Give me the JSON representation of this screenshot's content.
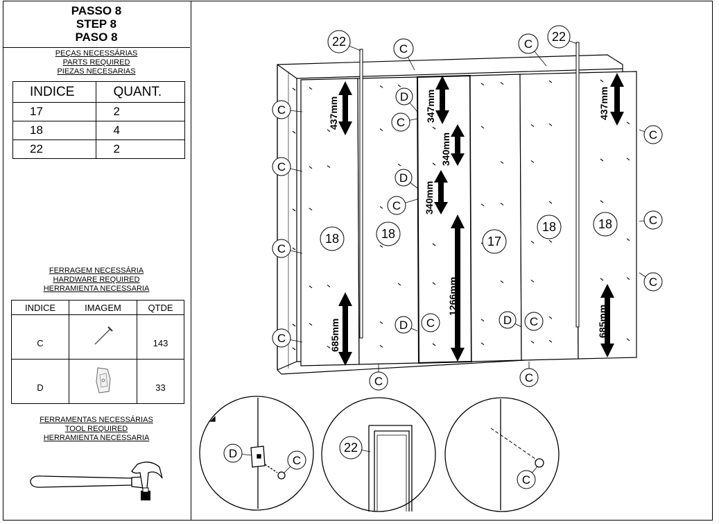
{
  "header": {
    "step_pt": "PASSO 8",
    "step_en": "STEP 8",
    "step_es": "PASO 8"
  },
  "parts": {
    "caption_pt": "PEÇAS NECESSÁRIAS",
    "caption_en": "PARTS REQUIRED",
    "caption_es": "PIEZAS NECESARIAS",
    "col_index": "INDICE",
    "col_qty": "QUANT.",
    "rows": [
      {
        "index": "17",
        "qty": "2"
      },
      {
        "index": "18",
        "qty": "4"
      },
      {
        "index": "22",
        "qty": "2"
      }
    ]
  },
  "hardware": {
    "caption_pt": "FERRAGEM NECESSÁRIA",
    "caption_en": "HARDWARE REQUIRED",
    "caption_es": "HERRAMIENTA NECESSARIA",
    "col_index": "INDICE",
    "col_image": "IMAGEM",
    "col_qty": "QTDE",
    "rows": [
      {
        "index": "C",
        "qty": "143",
        "icon": "nail-icon"
      },
      {
        "index": "D",
        "qty": "33",
        "icon": "hinge-plate-icon"
      }
    ]
  },
  "tools": {
    "caption_pt": "FERRAMENTAS NECESSÁRIAS",
    "caption_en": "TOOL REQUIRED",
    "caption_es": "HERRAMIENTA NECESSARIA",
    "icon": "hammer-icon"
  },
  "drawing": {
    "label_c": "C",
    "label_d": "D",
    "part_17": "17",
    "part_18": "18",
    "part_22": "22",
    "dim_437": "437mm",
    "dim_347": "347mm",
    "dim_340": "340mm",
    "dim_1266": "1266mm",
    "dim_685": "685mm"
  }
}
